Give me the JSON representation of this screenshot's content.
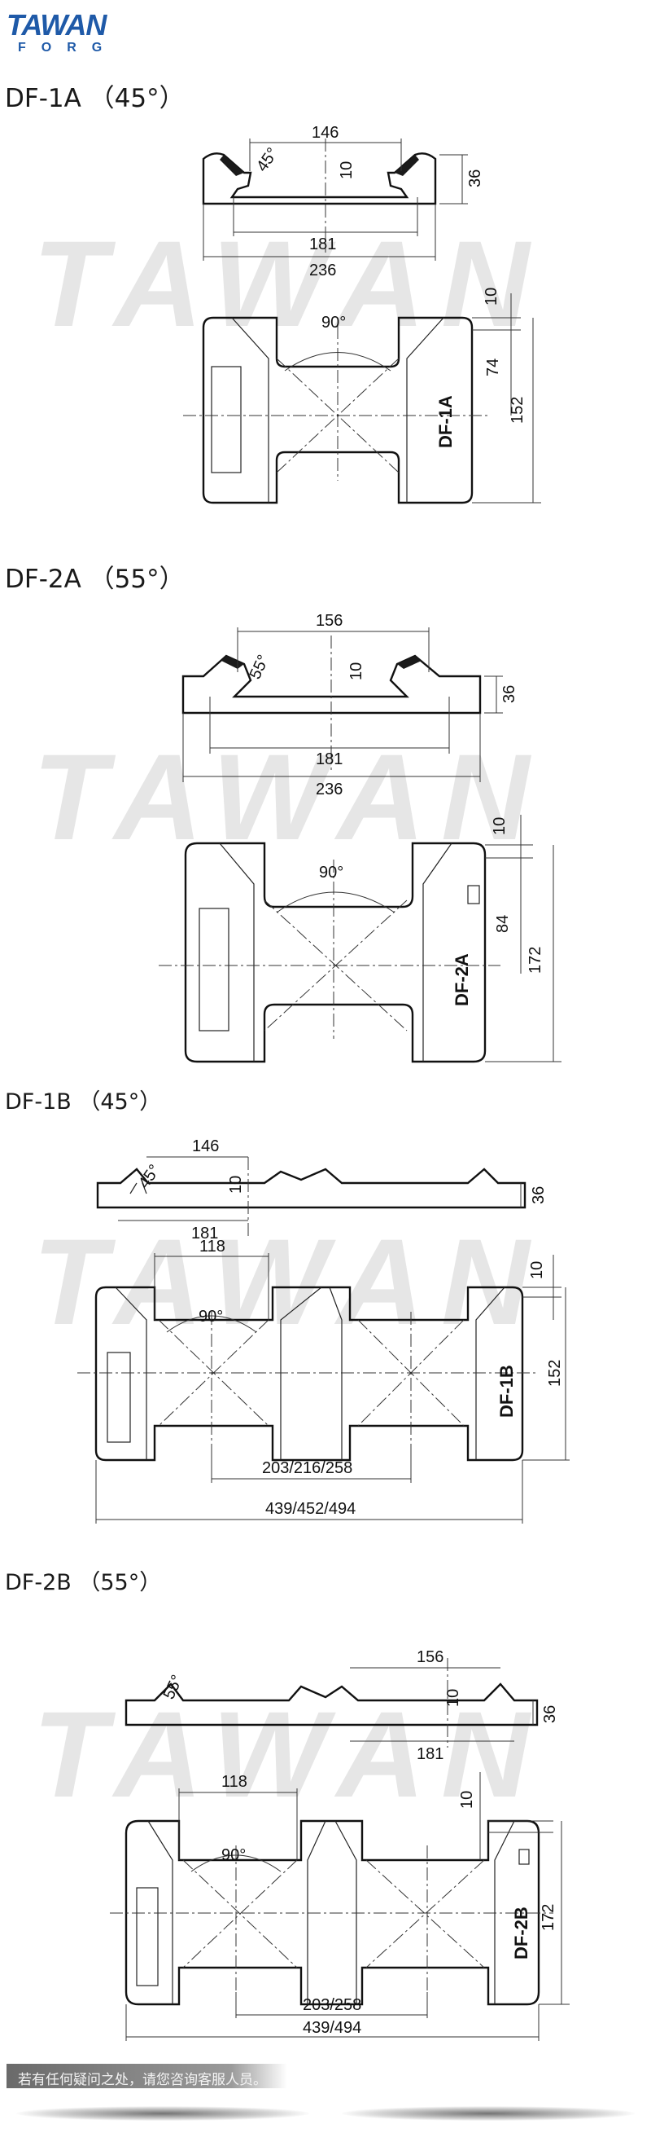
{
  "brand": {
    "logo_main": "TAWAN",
    "logo_sub": "FORG",
    "color": "#1f5aa8"
  },
  "footer": {
    "note": "若有任何疑问之处，请您咨询客服人员。"
  },
  "sections": [
    {
      "title": "DF-1A （45°）",
      "angle": "45°",
      "label": "DF-1A",
      "dims": {
        "top_width": "146",
        "bottom_width": "181",
        "overall": "236",
        "height": "36",
        "gap": "10",
        "center_angle": "90°",
        "offset": "10",
        "inner": "74",
        "total": "152"
      }
    },
    {
      "title": "DF-2A （55°）",
      "angle": "55°",
      "label": "DF-2A",
      "dims": {
        "top_width": "156",
        "bottom_width": "181",
        "overall": "236",
        "height": "36",
        "gap": "10",
        "center_angle": "90°",
        "offset": "10",
        "inner": "84",
        "total": "172"
      }
    },
    {
      "title": "DF-1B （45°）",
      "angle": "45°",
      "label": "DF-1B",
      "dims": {
        "top_width": "146",
        "bottom_width": "181",
        "height": "36",
        "gap": "10",
        "pitch": "118",
        "center_angle": "90°",
        "offset": "10",
        "total": "152",
        "inner_span": "203/216/258",
        "overall_span": "439/452/494"
      }
    },
    {
      "title": "DF-2B （55°）",
      "angle": "55°",
      "label": "DF-2B",
      "dims": {
        "top_width": "156",
        "bottom_width": "181",
        "height": "36",
        "gap": "10",
        "pitch": "118",
        "center_angle": "90°",
        "offset": "10",
        "total": "172",
        "inner_span": "203/258",
        "overall_span": "439/494"
      }
    }
  ]
}
